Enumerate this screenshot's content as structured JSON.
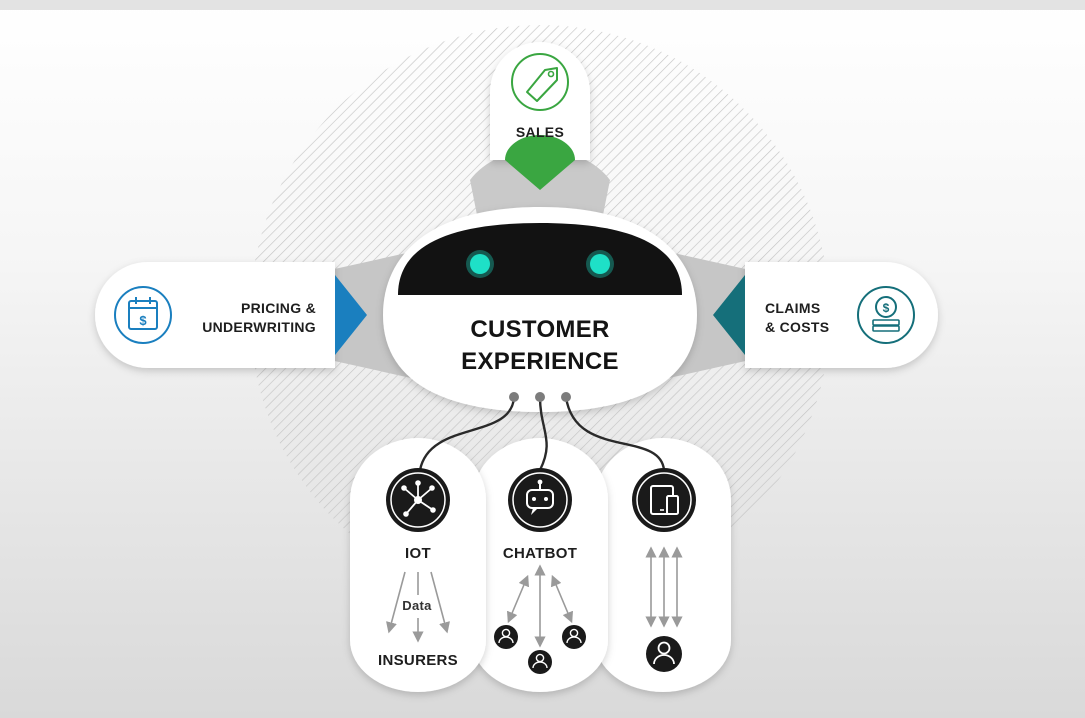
{
  "center": {
    "line1": "CUSTOMER",
    "line2": "EXPERIENCE"
  },
  "nodes": {
    "sales": {
      "label": "SALES",
      "icon": "price-tag-icon",
      "accent": "#3aa641"
    },
    "pricing": {
      "line1": "PRICING &",
      "line2": "UNDERWRITING",
      "icon": "calendar-dollar-icon",
      "accent": "#1a7fbf"
    },
    "claims": {
      "line1": "CLAIMS",
      "line2": "& COSTS",
      "icon": "coin-stack-icon",
      "accent": "#156f7a"
    }
  },
  "channels": [
    {
      "label": "IOT",
      "icon": "network-hub-icon",
      "flow_label": "Data",
      "target_label": "INSURERS"
    },
    {
      "label": "CHATBOT",
      "icon": "chatbot-icon",
      "target_icon": "user-icon"
    },
    {
      "label": "",
      "icon": "tablet-phone-icon",
      "target_icon": "user-icon"
    }
  ],
  "colors": {
    "robot_eyes": "#1ee0c7",
    "robot_visor": "#121212",
    "icon_dark": "#1a1a1a"
  }
}
